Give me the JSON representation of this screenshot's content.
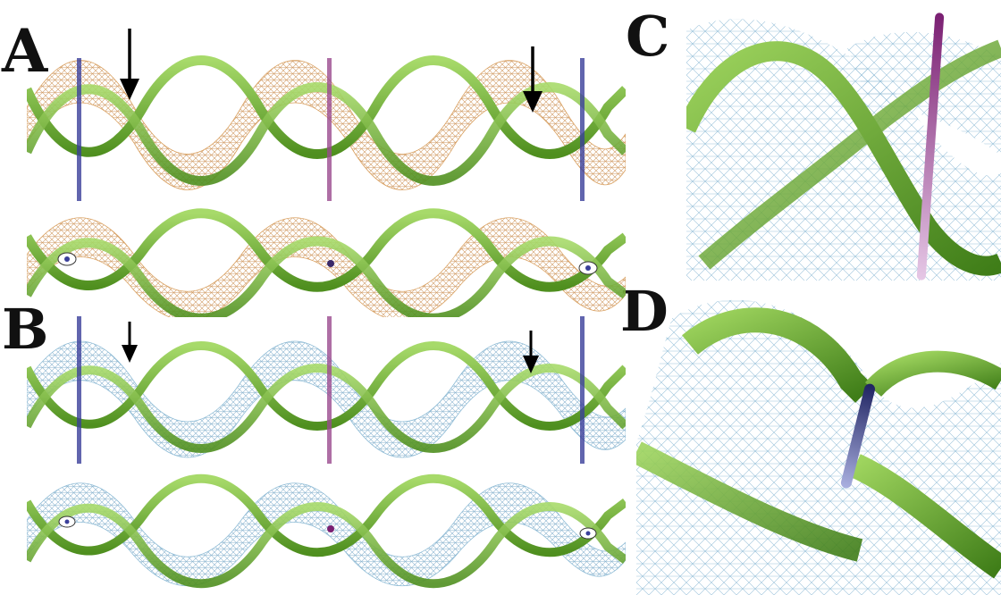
{
  "figure": {
    "labels": {
      "a": "A",
      "b": "B",
      "c": "C",
      "d": "D"
    },
    "colors": {
      "ribbon": "#7fc23a",
      "ribbon_dark": "#4f8f1f",
      "mesh_orange": "#c98a4a",
      "mesh_blue": "#78a9c8",
      "marker_blue": "#3a3f9a",
      "marker_pink": "#9a4a8f",
      "marker_purple": "#7a1f72"
    },
    "icons": {
      "arrow": "down-arrow-icon"
    }
  }
}
